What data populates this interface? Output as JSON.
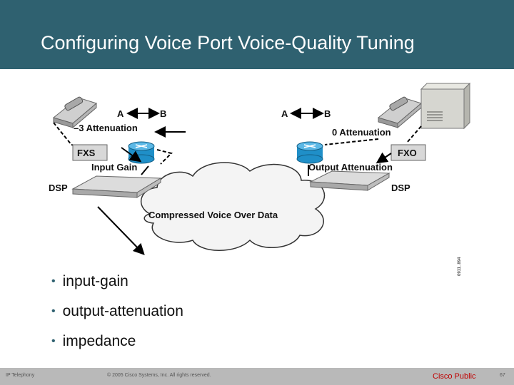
{
  "slide": {
    "title": "Configuring Voice Port Voice-Quality Tuning",
    "bullets": [
      "input-gain",
      "output-attenuation",
      "impedance"
    ]
  },
  "diagram": {
    "left_a": "A",
    "left_b": "B",
    "left_attenuation": "–3 Attenuation",
    "left_port": "FXS",
    "left_gain": "Input Gain",
    "left_dsp": "DSP",
    "right_a": "A",
    "right_b": "B",
    "right_attenuation": "0 Attenuation",
    "right_port": "FXO",
    "right_attenuation_label": "Output Attenuation",
    "right_dsp": "DSP",
    "cloud_label": "Compressed Voice Over Data",
    "figure_id": "0911_894"
  },
  "footer": {
    "left": "IP Telephony",
    "copyright": "© 2005 Cisco Systems, Inc. All rights reserved.",
    "classification": "Cisco Public",
    "page": "67"
  },
  "colors": {
    "header_bg": "#2f6170",
    "footer_bg": "#b9b9b9",
    "classification": "#c00000",
    "router": "#1f8fc8"
  }
}
